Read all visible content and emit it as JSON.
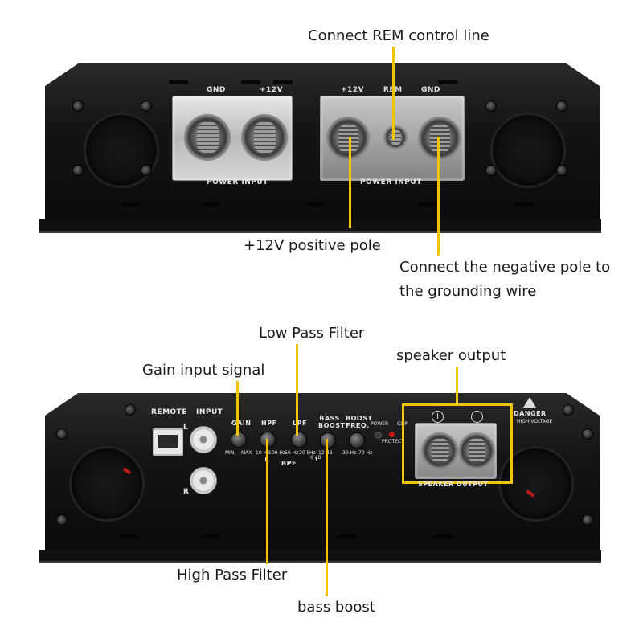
{
  "callouts": {
    "rem": "Connect REM control line",
    "positive": "+12V positive pole",
    "negative": "Connect the negative pole to the grounding wire",
    "lowpass": "Low Pass Filter",
    "gain": "Gain input signal",
    "speaker": "speaker output",
    "highpass": "High Pass Filter",
    "bassboost": "bass boost"
  },
  "top_panel": {
    "labels": {
      "gnd_left": "GND",
      "v12_left": "+12V",
      "v12_right": "+12V",
      "rem": "REM",
      "gnd_right": "GND",
      "power_input_left": "POWER INPUT",
      "power_input_right": "POWER INPUT"
    }
  },
  "bottom_panel": {
    "labels": {
      "remote": "REMOTE",
      "input": "INPUT",
      "l": "L",
      "r": "R",
      "gain": "GAIN",
      "hpf": "HPF",
      "lpf": "LPF",
      "bass_boost": "BASS BOOST",
      "boost_freq": "BOOST FREQ.",
      "power": "POWER",
      "protect": "PROTECT",
      "clip": "CLIP",
      "danger": "DANGER",
      "high_voltage": "HIGH VOLTAGE",
      "speaker_output": "SPEAKER OUTPUT",
      "bpf": "BPF",
      "min": "MIN",
      "max": "MAX",
      "hpf_min": "10 Hz",
      "hpf_max": "100 Hz",
      "lpf_min": "50 Hz",
      "lpf_max": "20 kHz",
      "bb_min": "0 dB",
      "bb_max": "12 dB",
      "bf_min": "30 Hz",
      "bf_max": "70 Hz",
      "plus": "+",
      "minus": "−"
    }
  },
  "colors": {
    "leader": "#f2c400",
    "chassis": "#141414",
    "power_led": "#3a3a3a",
    "protect_led": "#c21a1a"
  }
}
